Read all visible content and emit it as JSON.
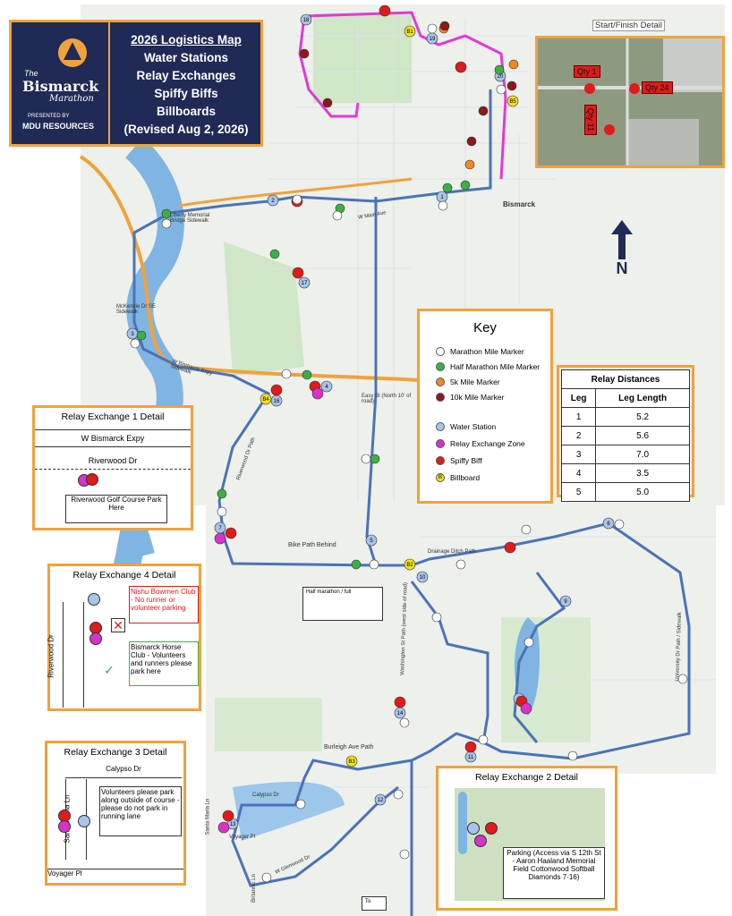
{
  "title": {
    "line1": "2026 Logistics Map",
    "line2": "Water Stations",
    "line3": "Relay Exchanges",
    "line4": "Spiffy Biffs",
    "line5": "Billboards",
    "line6": "(Revised Aug 2, 2026)"
  },
  "logo": {
    "the": "The",
    "name": "Bismarck",
    "sub": "Marathon",
    "presented": "PRESENTED BY",
    "sponsor": "MDU RESOURCES"
  },
  "key": {
    "title": "Key",
    "items": [
      {
        "label": "Marathon Mile Marker",
        "color": "#ffffff"
      },
      {
        "label": "Half Marathon Mile Marker",
        "color": "#3cb043"
      },
      {
        "label": "5k Mile Marker",
        "color": "#f08a24"
      },
      {
        "label": "10k Mile Marker",
        "color": "#8b1a1a"
      },
      {
        "label": "Water Station",
        "color": "#a9c4ea"
      },
      {
        "label": "Relay Exchange Zone",
        "color": "#d633c9"
      },
      {
        "label": "Spiffy Biff",
        "color": "#e01b1b"
      },
      {
        "label": "Billboard",
        "color": "#f2e21d"
      }
    ],
    "billboard_glyph": "B"
  },
  "relay_table": {
    "title": "Relay Distances",
    "headers": [
      "Leg",
      "Leg Length"
    ],
    "rows": [
      [
        "1",
        "5.2"
      ],
      [
        "2",
        "5.6"
      ],
      [
        "3",
        "7.0"
      ],
      [
        "4",
        "3.5"
      ],
      [
        "5",
        "5.0"
      ]
    ]
  },
  "north": "N",
  "start_finish": {
    "title": "Start/Finish Detail",
    "labels": [
      "Qty 1",
      "Qty 24",
      "Qty 11"
    ]
  },
  "relay1": {
    "title": "Relay Exchange 1 Detail",
    "road1": "W Bismarck Expy",
    "road2": "Riverwood Dr",
    "note": "Riverwood Golf Course Park Here"
  },
  "relay4": {
    "title": "Relay Exchange 4 Detail",
    "red_note": "Nishu Bowmen Club - No runner or volunteer parking",
    "green_note": "Bismarck Horse Club - Volunteers and runners please park here",
    "road": "Riverwood Dr"
  },
  "relay3": {
    "title": "Relay Exchange 3 Detail",
    "road1": "Calypso Dr",
    "road2": "Santa Maria Ln",
    "road3": "Voyager Pl",
    "note": "Volunteers please park along outside of course - please do not park in running lane"
  },
  "relay2": {
    "title": "Relay Exchange 2 Detail",
    "note": "Parking (Access via S 12th St - Aaron Haaland Memorial Field Cottonwood Softball Diamonds 7-16)"
  },
  "map_labels": {
    "bismarck": "Bismarck",
    "riverwood_path": "Riverwood Dr Path",
    "bike_path": "Bike Path Behind",
    "burleigh": "Burleigh Ave Path",
    "calypso": "Calypso Dr",
    "voyager": "Voyager Pl",
    "glenwood": "W Glenwood Dr",
    "britannic": "Britannic Ln",
    "santa_maria": "Santa Maria Ln",
    "easy_st": "Easy St (North 10' of road)",
    "expy": "W Bismarck Expy Sidewalk",
    "liberty": "Liberty Memorial Bridge Sidewalk",
    "mckenzie": "McKenzie Dr SE Sidewalk",
    "half_full": "Half marathon / full",
    "to": "To",
    "w_main": "W Main Ave",
    "univ": "University Dr Path / Sidewalk",
    "drainage": "Drainage Ditch Path",
    "washington": "Washington St Path (west side of road)"
  }
}
